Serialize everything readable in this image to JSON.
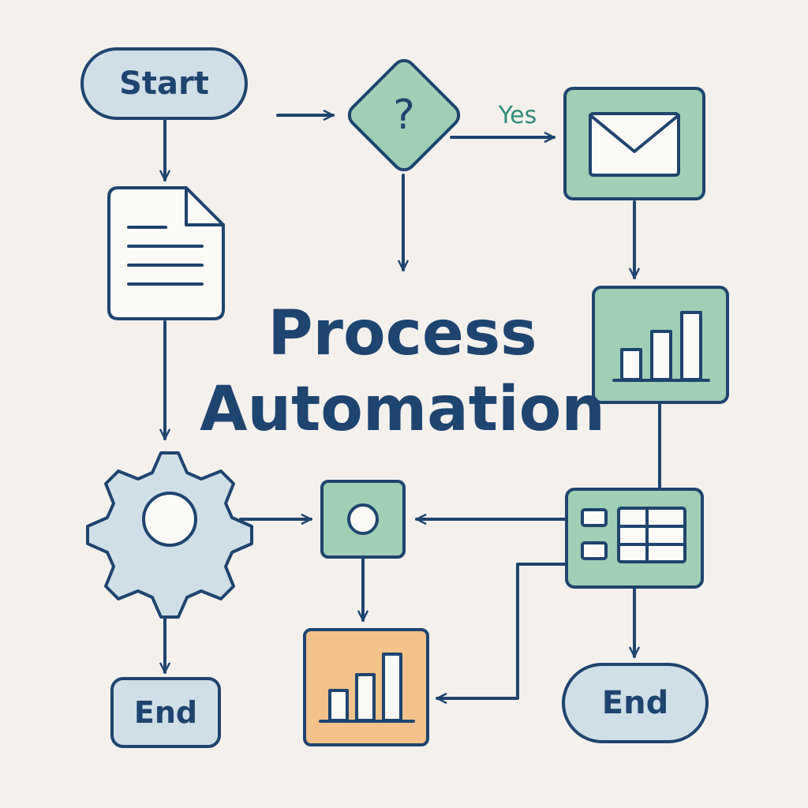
{
  "diagram": {
    "title_line1": "Process",
    "title_line2": "Automation",
    "start_label": "Start",
    "decision_symbol": "?",
    "yes_label": "Yes",
    "end_left_label": "End",
    "end_right_label": "End"
  },
  "colors": {
    "background": "#f4f1ed",
    "stroke": "#1e4470",
    "blue_fill": "#cfdfe8",
    "green_fill": "#9fcfb5",
    "orange_fill": "#f2c28a",
    "yes_text": "#2f8c78",
    "white_fill": "#fbfaf7"
  },
  "icons": [
    "document-icon",
    "gear-icon",
    "envelope-icon",
    "bar-chart-icon",
    "table-icon",
    "circle-icon"
  ]
}
